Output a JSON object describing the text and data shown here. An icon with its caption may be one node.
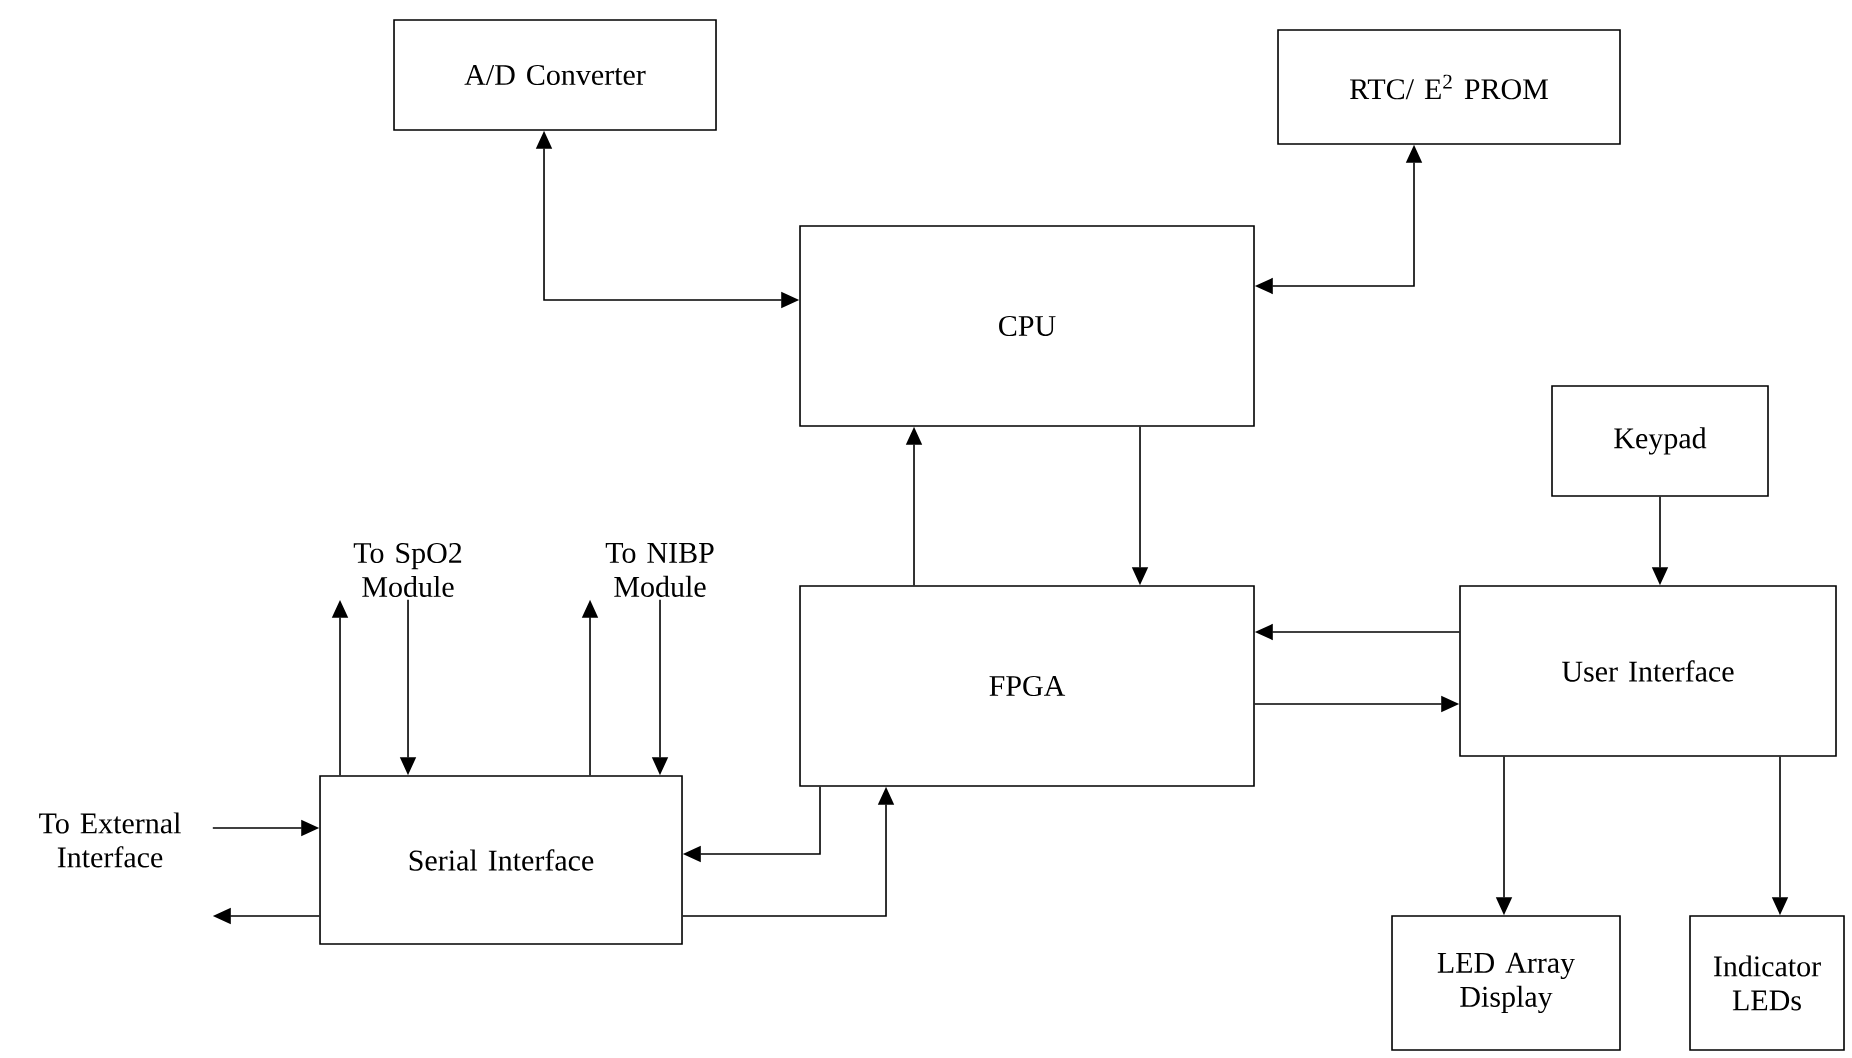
{
  "diagram": {
    "nodes": [
      {
        "text": [
          "A/D Converter"
        ]
      },
      {
        "text": [
          "RTC/ E$^{2}$ PROM"
        ]
      },
      {
        "text": [
          "CPU"
        ]
      },
      {
        "text": [
          "Keypad"
        ]
      },
      {
        "text": [
          "To SpO2 Module"
        ]
      },
      {
        "text": [
          "To NIBP Module"
        ]
      },
      {
        "text": [
          "FPGA"
        ]
      },
      {
        "text": [
          "User Interface"
        ]
      },
      {
        "text": [
          "To External Interface"
        ]
      },
      {
        "text": [
          "Serial Interface"
        ]
      },
      {
        "text": [
          "LED Array Display"
        ]
      },
      {
        "text": [
          "Indicator LEDs"
        ]
      }
    ],
    "edges": [
      {
        "from": 0,
        "to": 2,
        "arrow": "both"
      },
      {
        "from": 1,
        "to": 2,
        "arrow": "both"
      },
      {
        "from": 6,
        "to": 2,
        "arrow": "to"
      },
      {
        "from": 2,
        "to": 6,
        "arrow": "to"
      },
      {
        "from": 3,
        "to": 7,
        "arrow": "to"
      },
      {
        "from": 7,
        "to": 6,
        "arrow": "to"
      },
      {
        "from": 6,
        "to": 7,
        "arrow": "to"
      },
      {
        "from": 7,
        "to": 10,
        "arrow": "to"
      },
      {
        "from": 7,
        "to": 11,
        "arrow": "to"
      },
      {
        "from": 9,
        "to": 4,
        "arrow": "to"
      },
      {
        "from": 4,
        "to": 9,
        "arrow": "to"
      },
      {
        "from": 9,
        "to": 5,
        "arrow": "to"
      },
      {
        "from": 5,
        "to": 9,
        "arrow": "to"
      },
      {
        "from": 8,
        "to": 9,
        "arrow": "to"
      },
      {
        "from": 9,
        "to": 8,
        "arrow": "to"
      },
      {
        "from": 6,
        "to": 9,
        "arrow": "to"
      },
      {
        "from": 9,
        "to": 6,
        "arrow": "to"
      }
    ]
  }
}
